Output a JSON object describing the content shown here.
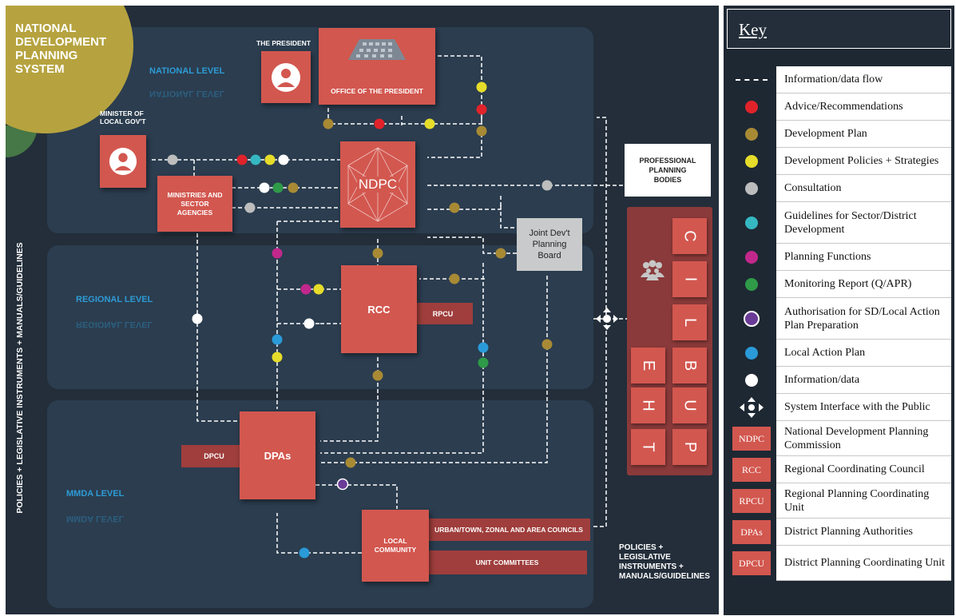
{
  "title": "NATIONAL\nDEVELOPMENT\nPLANNING\nSYSTEM",
  "levels": {
    "national": "NATIONAL LEVEL",
    "regional": "REGIONAL LEVEL",
    "mmda": "MMDA LEVEL"
  },
  "nodes": {
    "president_label": "THE PRESIDENT",
    "office_of_president": "OFFICE OF THE PRESIDENT",
    "minister_label": "MINISTER OF\nLOCAL GOV'T",
    "ministries": "MINISTRIES AND\nSECTOR\nAGENCIES",
    "ndpc": "NDPC",
    "joint_board": "Joint Dev't\nPlanning\nBoard",
    "professional": "PROFESSIONAL\nPLANNING\nBODIES",
    "rcc": "RCC",
    "rpcu": "RPCU",
    "dpas": "DPAs",
    "dpcu": "DPCU",
    "local_community": "LOCAL\nCOMMUNITY",
    "urban_councils": "URBAN/TOWN, ZONAL AND AREA COUNCILS",
    "unit_committees": "UNIT COMMITTEES"
  },
  "vertical_label": "POLICIES + LEGISLATIVE INSTRUMENTS + MANUALS/GUIDELINES",
  "policies_label": "POLICIES +\nLEGISLATIVE\nINSTRUMENTS +\nMANUALS/GUIDELINES",
  "public_letters": [
    "T",
    "H",
    "E",
    "P",
    "U",
    "B",
    "L",
    "I",
    "C"
  ],
  "icons": [
    "people-icon",
    "person-icon",
    "building-icon",
    "four-way-arrow-icon"
  ],
  "colors": {
    "red": "#e0232a",
    "gold": "#a88a35",
    "yellow": "#e6dc2a",
    "grey": "#bdbdbd",
    "cyan": "#35b8c2",
    "magenta": "#c2288c",
    "green": "#2f9a48",
    "purple": "#6a3b97",
    "blue": "#2a9ad8",
    "white": "#ffffff",
    "box": "#d2574f",
    "background": "#232e3a"
  },
  "key": {
    "title": "Key",
    "items": [
      {
        "symbol": "dashed-line",
        "label": "Information/data flow"
      },
      {
        "symbol": "red",
        "label": "Advice/Recommendations"
      },
      {
        "symbol": "gold",
        "label": "Development Plan"
      },
      {
        "symbol": "yellow",
        "label": "Development Policies + Strategies"
      },
      {
        "symbol": "grey",
        "label": "Consultation"
      },
      {
        "symbol": "cyan",
        "label": "Guidelines for Sector/District Development"
      },
      {
        "symbol": "magenta",
        "label": "Planning Functions"
      },
      {
        "symbol": "green",
        "label": "Monitoring Report (Q/APR)"
      },
      {
        "symbol": "purple",
        "label": "Authorisation for SD/Local Action Plan Preparation"
      },
      {
        "symbol": "blue",
        "label": "Local Action Plan"
      },
      {
        "symbol": "white",
        "label": "Information/data"
      },
      {
        "symbol": "arrows",
        "label": "System Interface with the Public"
      },
      {
        "symbol": "NDPC",
        "label": "National Development Planning Commission"
      },
      {
        "symbol": "RCC",
        "label": "Regional Coordinating Council"
      },
      {
        "symbol": "RPCU",
        "label": "Regional Planning Coordinating Unit"
      },
      {
        "symbol": "DPAs",
        "label": "District Planning Authorities"
      },
      {
        "symbol": "DPCU",
        "label": "District Planning Coordinating Unit"
      }
    ]
  }
}
